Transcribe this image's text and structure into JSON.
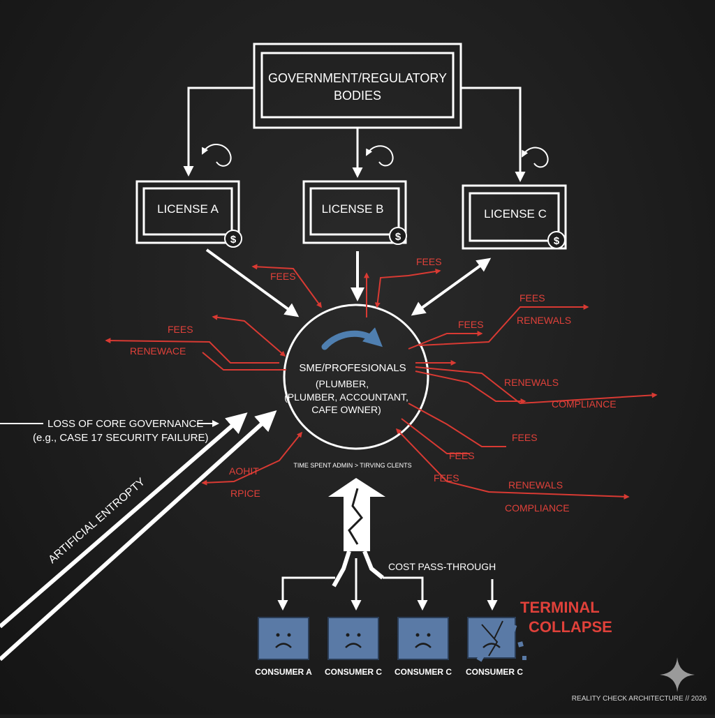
{
  "authority": {
    "line1": "GOVERNMENT/REGULATORY",
    "line2": "BODIES"
  },
  "licenses": [
    {
      "label": "LICENSE A",
      "symbol": "$"
    },
    {
      "label": "LICENSE B",
      "symbol": "$"
    },
    {
      "label": "LICENSE C",
      "symbol": "$"
    }
  ],
  "center": {
    "line1": "SME/PROFESIONALS",
    "line2": "(PLUMBER,",
    "line3": "(PLUMBER, ACCOUNTANT,",
    "line4": "CAFE OWNER)",
    "caption": "TIME SPENT ADMIN > TIRVING CLENTS"
  },
  "red_labels": {
    "fees_top": "FEES",
    "fees_top_right": "FEES",
    "fees_left": "FEES",
    "renewace_left": "RENEWACE",
    "fees_right_a": "FEES",
    "fees_right_b": "FEES",
    "renewals_right_top": "RENEWALS",
    "renewals_right_mid": "RENEWALS",
    "compliance_right_mid": "COMPLIANCE",
    "fees_lower_right": "FEES",
    "fees_lower_a": "FEES",
    "fees_lower_b": "FEES",
    "renewals_lower": "RENEWALS",
    "compliance_lower": "COMPLIANCE",
    "aohit": "AOHIT",
    "rpice": "RPICE"
  },
  "governance": {
    "line1": "LOSS OF CORE GOVERNANCE",
    "line2": "(e.g., CASE 17 SECURITY FAILURE)"
  },
  "entropy_label": "ARTIFICIAL ENTROPTY",
  "cost_label": "COST PASS-THROUGH",
  "consumers": [
    {
      "label": "CONSUMER A"
    },
    {
      "label": "CONSUMER C"
    },
    {
      "label": "CONSUMER C"
    },
    {
      "label": "CONSUMER C"
    }
  ],
  "collapse": {
    "line1": "TERMINAL",
    "line2": "COLLAPSE"
  },
  "footer": "REALITY CHECK ARCHITECTURE // 2026",
  "colors": {
    "background": "#1c1c1c",
    "line": "#ffffff",
    "accent_red": "#d93a33",
    "consumer_blue": "#5a7aa6",
    "cycle_blue": "#4f7fb0"
  }
}
